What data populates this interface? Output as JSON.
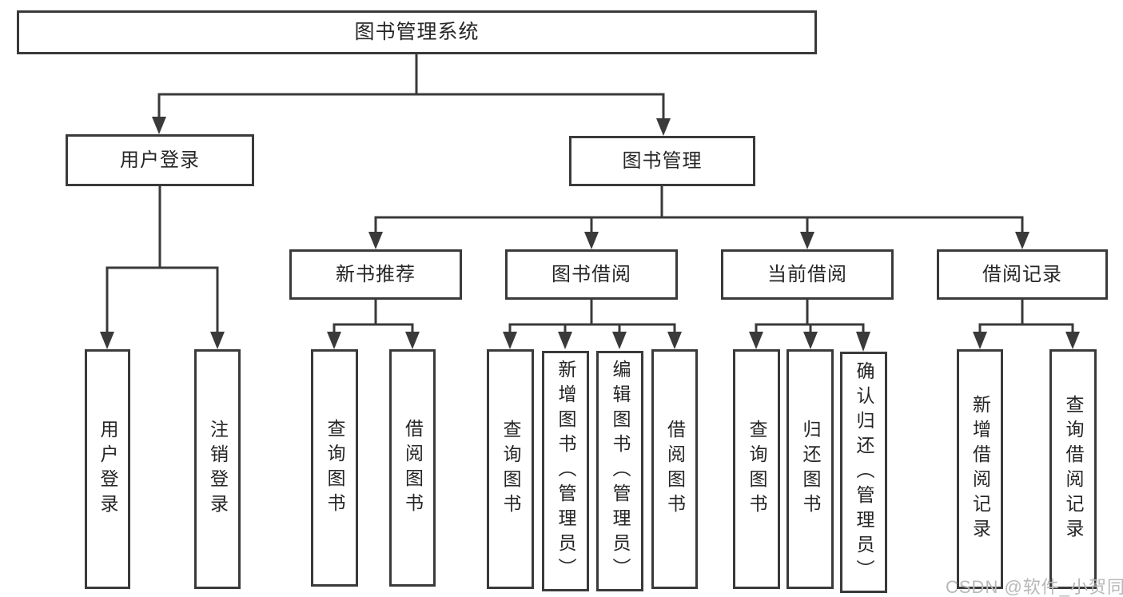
{
  "colors": {
    "line": "#3a3a3a",
    "node_border": "#3a3a3a",
    "text": "#262626",
    "watermark": "#b8b8b8",
    "background": "#ffffff"
  },
  "watermark": {
    "text": "CSDN @软件_小贺同学"
  },
  "tree": {
    "label": "图书管理系统",
    "children": [
      {
        "label": "用户登录",
        "children": [
          {
            "label": "用户登录"
          },
          {
            "label": "注销登录"
          }
        ]
      },
      {
        "label": "图书管理",
        "children": [
          {
            "label": "新书推荐",
            "children": [
              {
                "label": "查询图书"
              },
              {
                "label": "借阅图书"
              }
            ]
          },
          {
            "label": "图书借阅",
            "children": [
              {
                "label": "查询图书"
              },
              {
                "label": "新增图书（管理员）"
              },
              {
                "label": "编辑图书（管理员）"
              },
              {
                "label": "借阅图书"
              }
            ]
          },
          {
            "label": "当前借阅",
            "children": [
              {
                "label": "查询图书"
              },
              {
                "label": "归还图书"
              },
              {
                "label": "确认归还（管理员）"
              }
            ]
          },
          {
            "label": "借阅记录",
            "children": [
              {
                "label": "新增借阅记录"
              },
              {
                "label": "查询借阅记录"
              }
            ]
          }
        ]
      }
    ]
  }
}
